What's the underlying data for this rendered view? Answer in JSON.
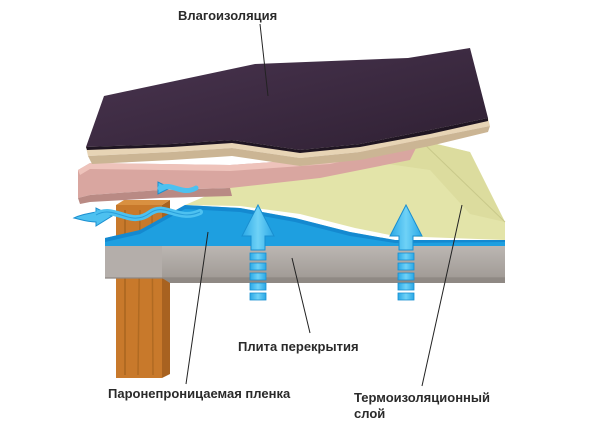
{
  "labels": {
    "waterproofing": "Влагоизоляция",
    "slab": "Плита перекрытия",
    "vapor_film": "Паронепроницаемая пленка",
    "thermal_layer_line1": "Термоизоляционный",
    "thermal_layer_line2": "слой"
  },
  "colors": {
    "roof_top": "#3d2a3e",
    "roof_board": "#e6d3b4",
    "pink_layer": "#d9a7a0",
    "insulation": "#e2e3a8",
    "slab_gray": "#b1aca8",
    "blue_layer": "#1e9fe0",
    "arrow_blue": "#4dc1f0",
    "beam_wood": "#c87a2a"
  },
  "icons": [
    "up-arrow-icon",
    "wavy-left-arrow-icon"
  ]
}
